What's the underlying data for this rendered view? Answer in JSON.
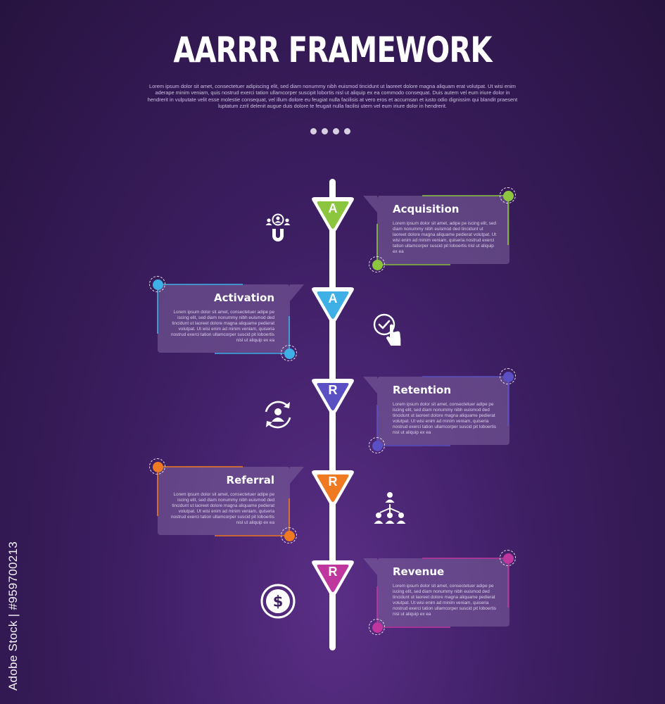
{
  "title": "AARRR FRAMEWORK",
  "subtitle": "Lorem ipsum dolor sit amet, consectetuer adipiscing elit, sed diam nonummy nibh euismod tincidunt ut laoreet dolore magna aliquam erat volutpat. Ut wisi enim aderape minim veniam, quis nostrud exerci tation ullamcorper suscipit lobortis nisl ut aliquip ex ea commodo consequat. Duis autem vel eum iriure dolor in hendrerit in vulputate velit esse molestie consequat, vel illum dolore eu feugiat nulla facilisis at vero eros et accumsan et iusto odio dignissim qui blandit praesent luptatum zzril delenit augue duis dolore te feugait nulla facilisi utem vel eum iriure dolor in hendrerit.",
  "pager_count": 4,
  "watermark": "Adobe Stock | #959700213",
  "stages": [
    {
      "letter": "A",
      "name": "Acquisition",
      "side": "right",
      "color": "#8cc63f",
      "icon": "users-magnet-icon",
      "text": "Lorem ipsum dolor sit amet, adipe pe iscing elit, sed diam nonummy nibh euismod ded tincidunt ut laoreet dolore magna aliquame pedierat volutpat. Ut wisi enim ad minim veniam, quiseria nostrud exerci tation ullamcorper suscid pit loboertis nisl ut aliquip ex ea"
    },
    {
      "letter": "A",
      "name": "Activation",
      "side": "left",
      "color": "#3fb0e6",
      "icon": "hand-check-icon",
      "text": "Lorem ipsum dolor sit amet, consectetuer adipe pe iscing elit, sed diam nonummy nibh euismod ded tincidunt ut laoreet dolore magna aliquame pedierat volutpat. Ut wisi enim ad minim veniam, quiseria nostrud exerci tation ullamcorper suscid pit loboertis nisl ut aliquip ex ea"
    },
    {
      "letter": "R",
      "name": "Retention",
      "side": "right",
      "color": "#5b4fc4",
      "icon": "user-cycle-icon",
      "text": "Lorem ipsum dolor sit amet, consectetuer adipe pe iscing elit, sed diam nonummy nibh euismod ded tincidunt ut laoreet dolore magna aliquame pedierat volutpat. Ut wisi enim ad minim veniam, quiseria nostrud exerci tation ullamcorper suscid pit loboertis nisl ut aliquip ex ea"
    },
    {
      "letter": "R",
      "name": "Referral",
      "side": "left",
      "color": "#f07a22",
      "icon": "referral-network-icon",
      "text": "Lorem ipsum dolor sit amet, consectetuer adipe pe iscing elit, sed diam nonummy nibh euismod ded tincidunt ut laoreet dolore magna aliquame pedierat volutpat. Ut wisi enim ad minim veniam, quiseria nostrud exerci tation ullamcorper suscid pit loboertis nisl ut aliquip ex ea"
    },
    {
      "letter": "R",
      "name": "Revenue",
      "side": "right",
      "color": "#c0369f",
      "icon": "dollar-coin-icon",
      "text": "Lorem ipsum dolor sit amet, consectetuer adipe pe iscing elit, sed diam nonummy nibh euismod ded tincidunt ut laoreet dolore magna aliquame pedierat volutpat. Ut wisi enim ad minim veniam, quiseria nostrud exerci tation ullamcorper suscid pit loboertis nisl ut aliquip ex ea"
    }
  ]
}
